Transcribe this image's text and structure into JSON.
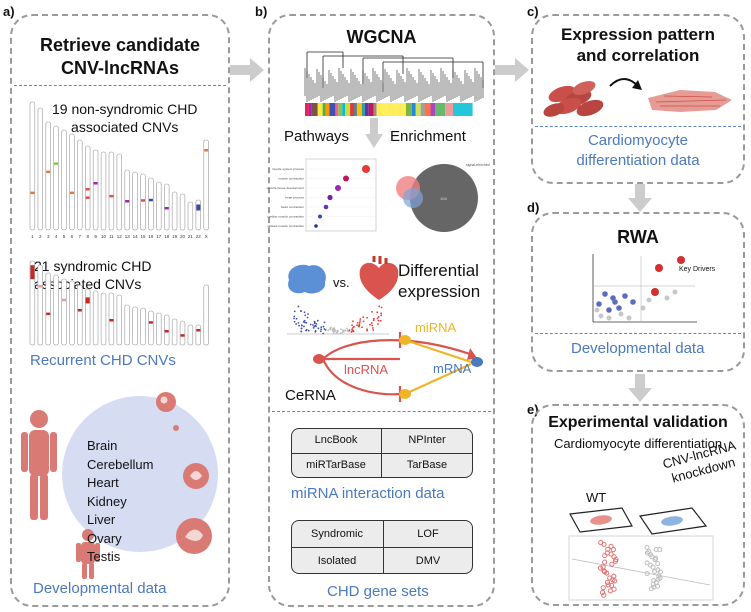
{
  "panels": {
    "a": {
      "label": "a)",
      "title_line1": "Retrieve candidate",
      "title_line2": "CNV-lncRNAs",
      "nonsyndromic_line1": "19 non-syndromic CHD",
      "nonsyndromic_line2": "associated CNVs",
      "karyotype_numbers": [
        "1",
        "2",
        "3",
        "4",
        "5",
        "6",
        "7",
        "8",
        "9",
        "10",
        "11",
        "12",
        "13",
        "14",
        "15",
        "16",
        "17",
        "18",
        "19",
        "20",
        "21",
        "22",
        "X"
      ],
      "syndromic_line1": "21 syndromic CHD",
      "syndromic_line2": "associated CNVs",
      "recurrent_label": "Recurrent CHD CNVs",
      "tissues": [
        "Brain",
        "Cerebellum",
        "Heart",
        "Kidney",
        "Liver",
        "Ovary",
        "Testis"
      ],
      "developmental_label": "Developmental data"
    },
    "b": {
      "label": "b)",
      "title": "WGCNA",
      "pathways": "Pathways",
      "enrichment": "Enrichment",
      "dot_terms": [
        "muscle system process",
        "muscle contraction",
        "muscle tissue development",
        "heart process",
        "heart contraction",
        "cardiac muscle contraction",
        "striated muscle contraction"
      ],
      "vs": "vs.",
      "differential_line1": "Differential",
      "differential_line2": "expression",
      "mirna": "miRNA",
      "lncrna": "lncRNA",
      "mrna": "mRNA",
      "cerna": "CeRNA",
      "mirna_dbs": [
        "LncBook",
        "NPInter",
        "miRTarBase",
        "TarBase"
      ],
      "mirna_data_label": "miRNA interaction data",
      "gene_sets": [
        "Syndromic",
        "LOF",
        "Isolated",
        "DMV"
      ],
      "gene_sets_label": "CHD gene sets"
    },
    "c": {
      "label": "c)",
      "title_line1": "Expression pattern",
      "title_line2": "and correlation",
      "data_line1": "Cardiomyocyte",
      "data_line2": "differentiation data"
    },
    "d": {
      "label": "d)",
      "title": "RWA",
      "key_drivers": "Key Drivers",
      "data_label": "Developmental data"
    },
    "e": {
      "label": "e)",
      "title": "Experimental validation",
      "subtitle": "Cardiomyocyte differentiation",
      "wt": "WT",
      "knockdown_line1": "CNV-lncRNA",
      "knockdown_line2": "knockdown"
    }
  },
  "colors": {
    "accent_blue": "#4a79c0",
    "heart_red": "#d9534f",
    "cell_red": "#c9504a",
    "body_pink": "#d97b74",
    "circle_lavender": "#d6dcf2",
    "arrow_gray": "#cccccc",
    "mirna_orange": "#f0b429",
    "panel_border": "#9a9a9a"
  }
}
